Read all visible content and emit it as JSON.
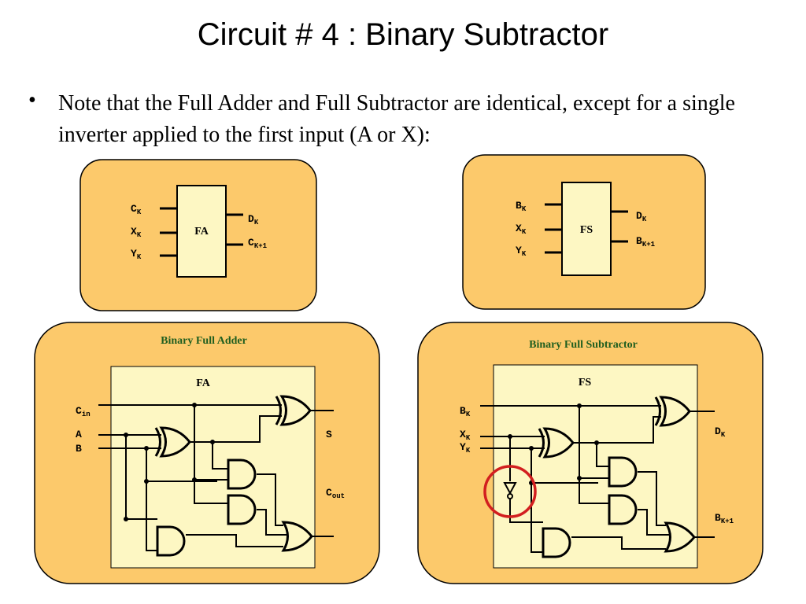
{
  "slide": {
    "title": "Circuit # 4 : Binary Subtractor",
    "bullet": "•",
    "note": "Note that the Full Adder and Full Subtractor are identical, except for a single inverter applied to the first input (A or X):"
  },
  "colors": {
    "panel_fill": "#fcc96b",
    "box_fill": "#fdf7c3",
    "heading_text": "#1f5e1f",
    "highlight_ring": "#d21f1f"
  },
  "fa_block": {
    "label": "FA",
    "in1": "C",
    "in1_sub": "K",
    "in2": "X",
    "in2_sub": "K",
    "in3": "Y",
    "in3_sub": "K",
    "out1": "D",
    "out1_sub": "K",
    "out2": "C",
    "out2_sub": "K+1"
  },
  "fs_block": {
    "label": "FS",
    "in1": "B",
    "in1_sub": "K",
    "in2": "X",
    "in2_sub": "K",
    "in3": "Y",
    "in3_sub": "K",
    "out1": "D",
    "out1_sub": "K",
    "out2": "B",
    "out2_sub": "K+1"
  },
  "adder_circuit": {
    "heading": "Binary Full Adder",
    "box_label": "FA",
    "cin": "C",
    "cin_sub": "in",
    "a": "A",
    "b": "B",
    "s": "S",
    "cout": "C",
    "cout_sub": "out"
  },
  "subtractor_circuit": {
    "heading": "Binary Full Subtractor",
    "box_label": "FS",
    "bk": "B",
    "bk_sub": "K",
    "xk": "X",
    "xk_sub": "K",
    "yk": "Y",
    "yk_sub": "K",
    "dk": "D",
    "dk_sub": "K",
    "bk1": "B",
    "bk1_sub": "K+1"
  }
}
